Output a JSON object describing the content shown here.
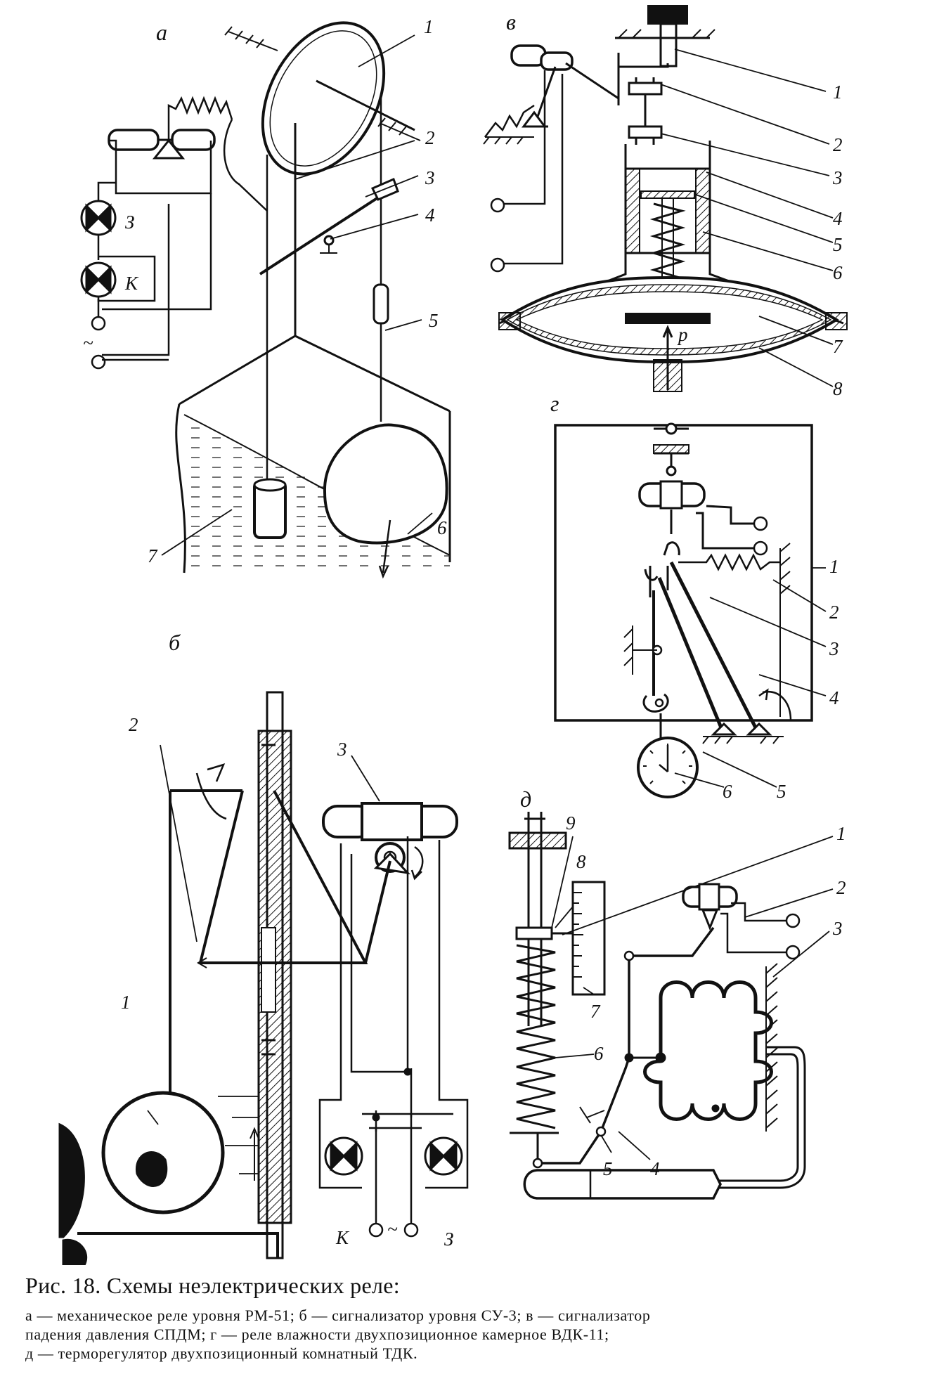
{
  "panels": {
    "a": "а",
    "b": "б",
    "v": "в",
    "g": "г",
    "d": "д"
  },
  "labels": {
    "a": [
      "1",
      "2",
      "3",
      "4",
      "5",
      "6",
      "7"
    ],
    "a_lamp_signal": "З",
    "a_lamp_control": "К",
    "a_ac_symbol": "~",
    "b": [
      "1",
      "2",
      "3"
    ],
    "b_lamp_control": "К",
    "b_lamp_signal": "З",
    "b_ac_symbol": "~",
    "v": [
      "1",
      "2",
      "3",
      "4",
      "5",
      "6",
      "7",
      "8"
    ],
    "v_pressure": "p",
    "g": [
      "1",
      "2",
      "3",
      "4",
      "5",
      "6"
    ],
    "d": [
      "1",
      "2",
      "3",
      "4",
      "5",
      "6",
      "7",
      "8",
      "9"
    ]
  },
  "caption": {
    "title": "Рис. 18. Схемы неэлектрических реле:",
    "lines": [
      "а — механическое реле уровня РМ-51; б — сигнализатор уровня СУ-3; в — сигнализатор",
      "падения давления СПДМ; г — реле влажности двухпозиционное камерное ВДК-11;",
      "д — терморегулятор двухпозиционный комнатный ТДК."
    ]
  }
}
